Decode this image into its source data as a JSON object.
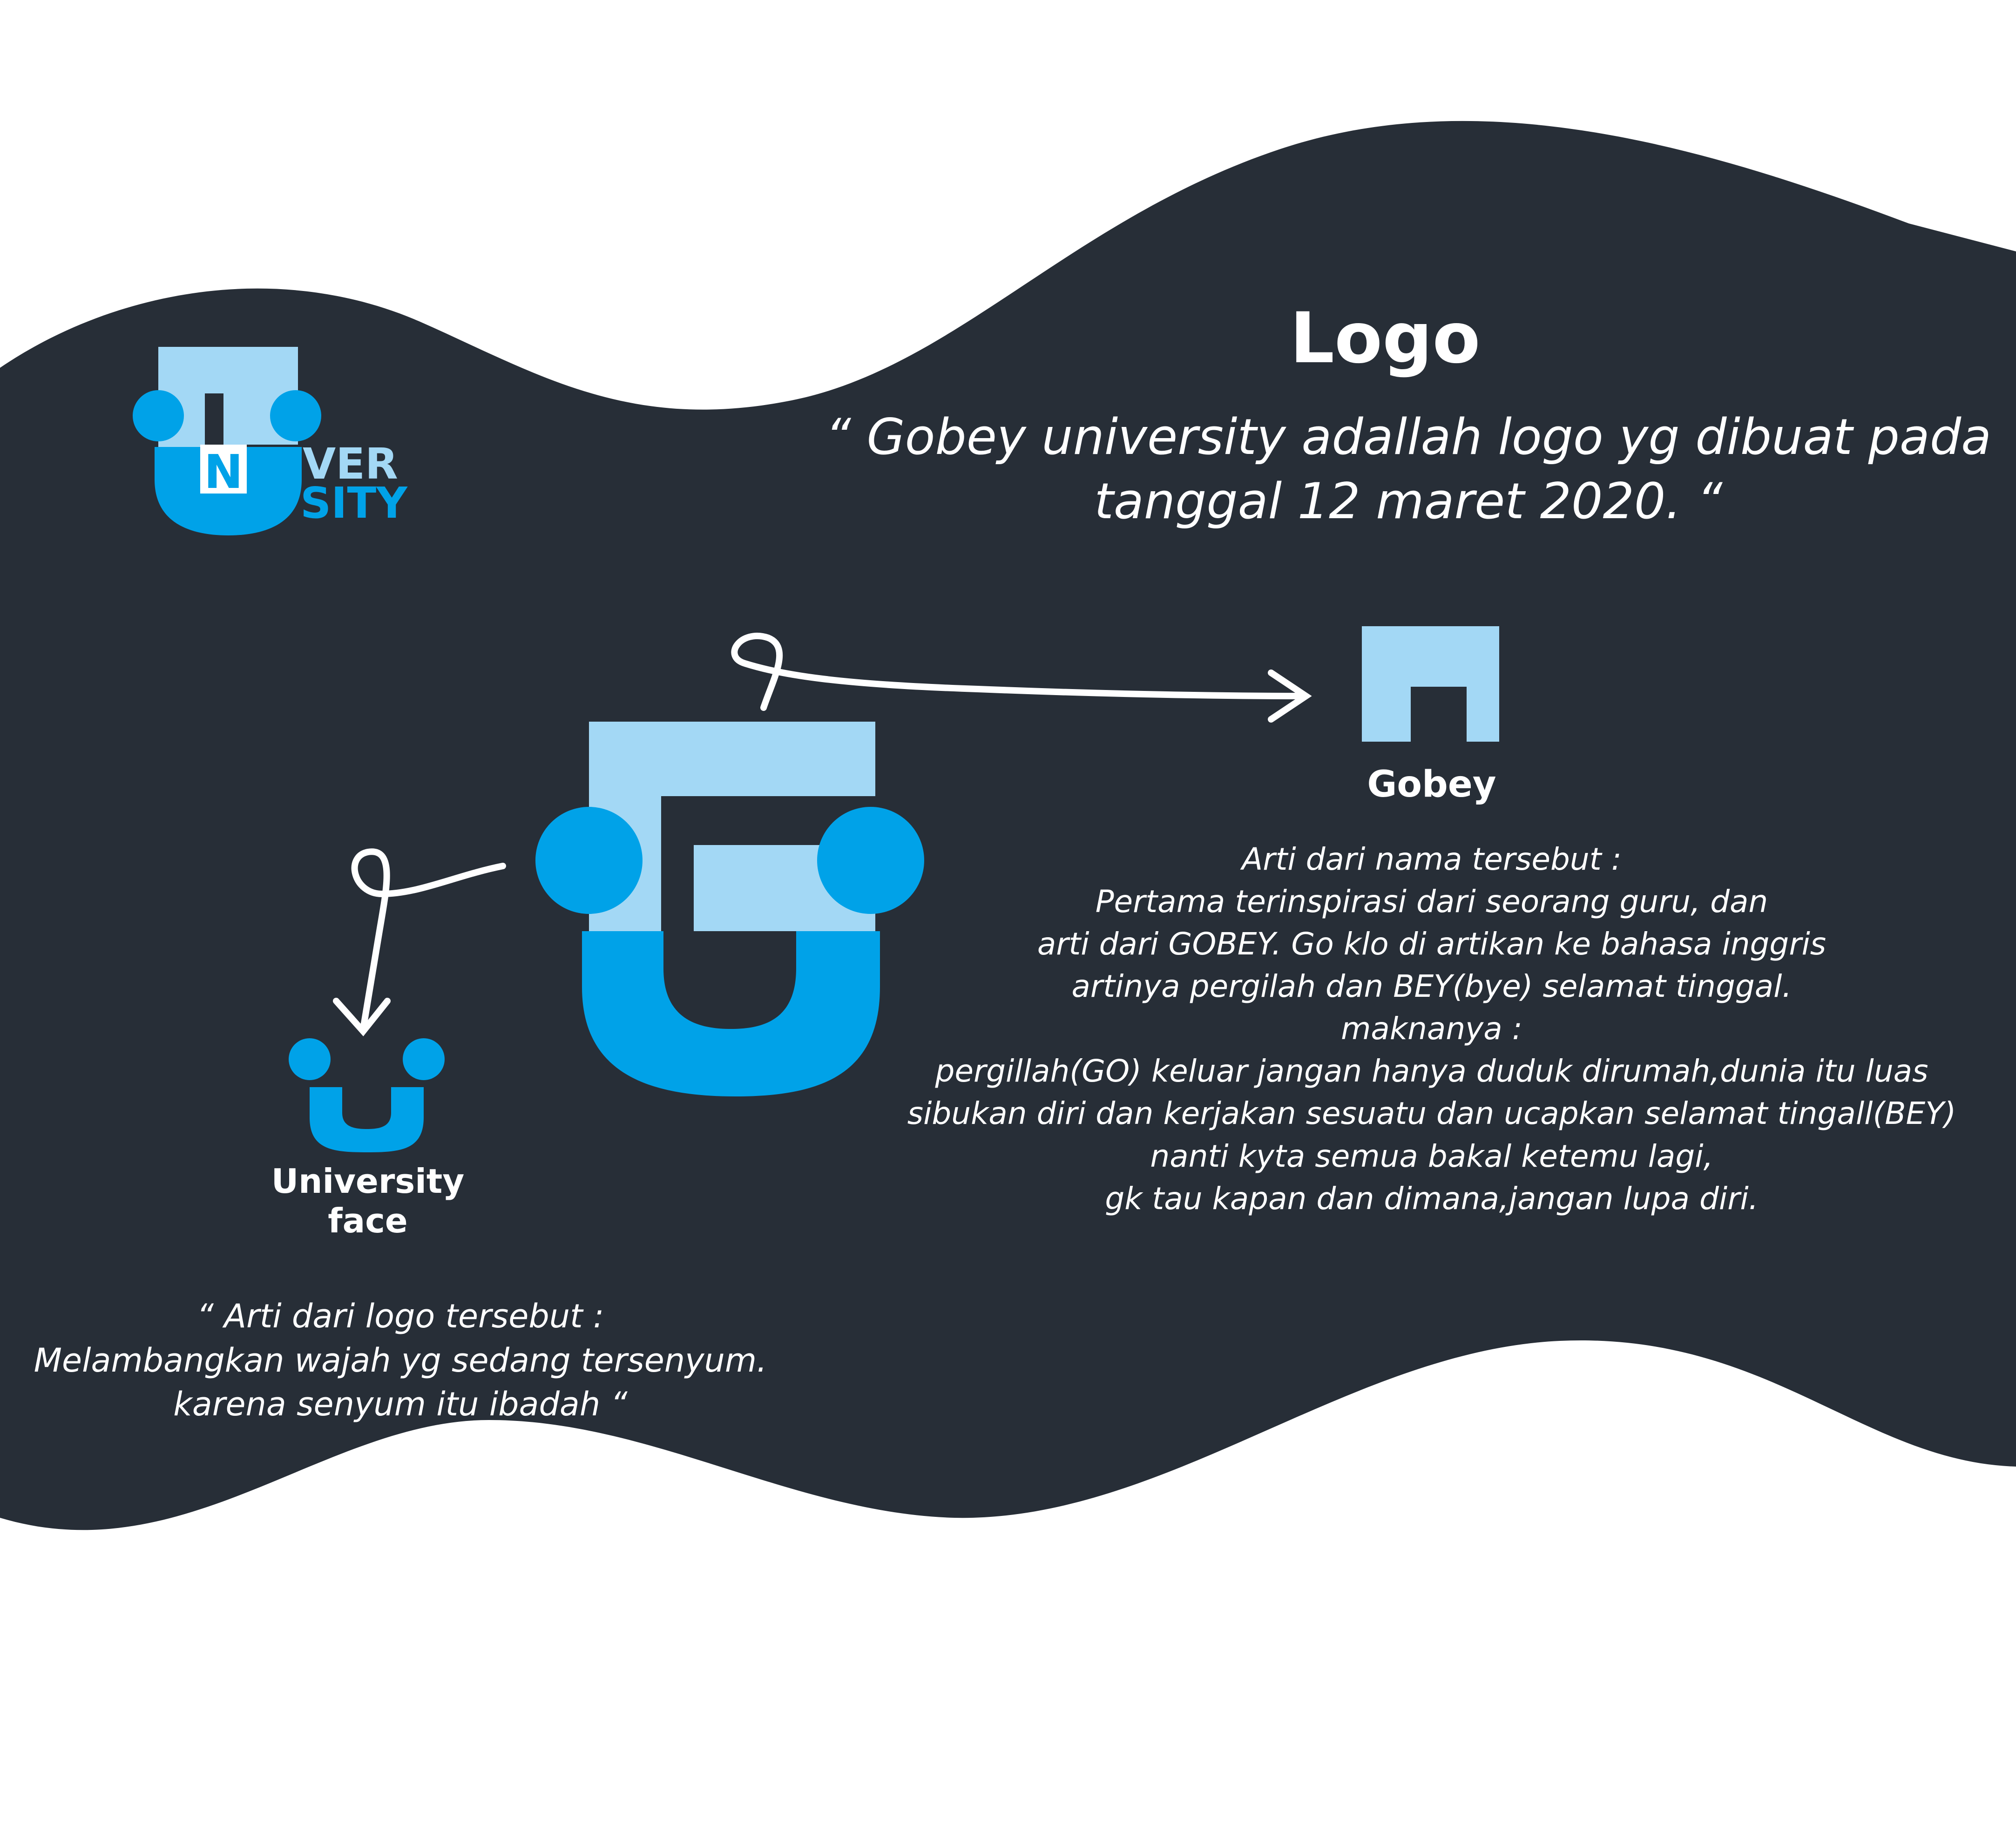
{
  "heading": {
    "title": "Logo"
  },
  "intro_quote": "“ Gobey university adallah logo yg dibuat pada\ntanggal 12 maret 2020. “",
  "small_logo": {
    "word_top": "VER",
    "word_bottom": "SITY",
    "letter_n": "N"
  },
  "gobey": {
    "label": "Gobey",
    "description": "Arti dari nama tersebut :\nPertama terinspirasi dari seorang guru, dan\narti dari GOBEY. Go klo di artikan ke bahasa inggris\nartinya pergilah dan BEY(bye) selamat tinggal.\nmaknanya :\npergillah(GO) keluar jangan hanya duduk dirumah,dunia itu luas\nsibukan diri dan kerjakan sesuatu dan ucapkan selamat tingall(BEY)\nnanti kyta semua bakal ketemu lagi,\ngk tau kapan dan dimana,jangan lupa diri."
  },
  "university_face": {
    "label": "University\nface",
    "description": "“ Arti dari logo tersebut :\nMelambangkan wajah yg sedang tersenyum.\nkarena senyum itu ibadah “"
  },
  "colors": {
    "background": "#ffffff",
    "wave": "#272e37",
    "light_blue": "#a3d8f5",
    "blue": "#00a2e8",
    "text": "#ffffff"
  },
  "icons": [
    "gobey-university-logo",
    "gobey-g-mark",
    "university-face-mark",
    "curly-arrow-right",
    "curly-arrow-down"
  ]
}
